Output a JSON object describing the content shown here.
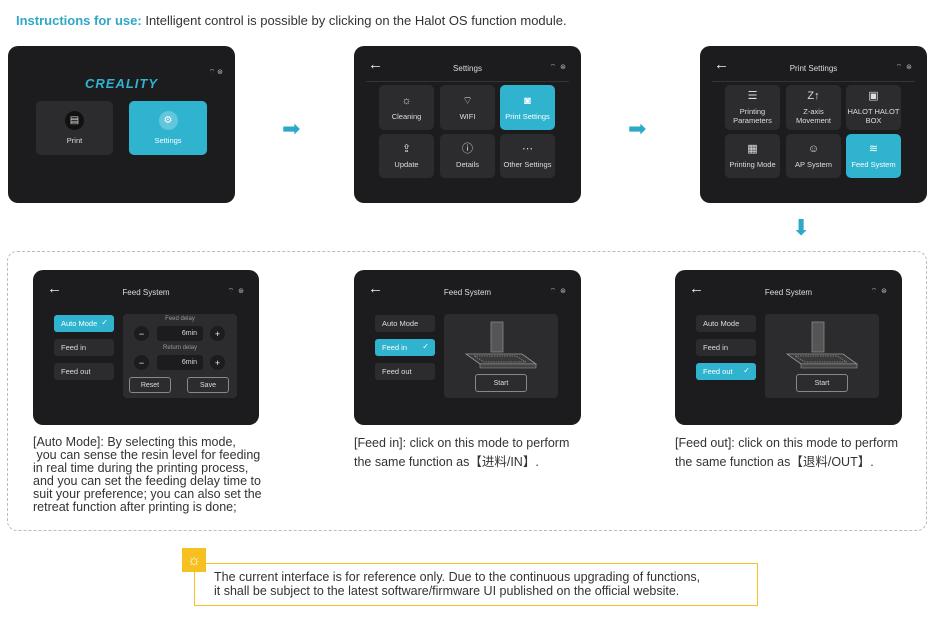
{
  "intro": {
    "label": "Instructions for use",
    "separator": ":",
    "text": "Intelligent control is possible by clicking on the Halot OS function module."
  },
  "screen1": {
    "logo": "CREALITY",
    "status": "⌔ ⊛",
    "tiles": [
      {
        "label": "Print",
        "icon": "file-icon",
        "glyph": "▤"
      },
      {
        "label": "Settings",
        "icon": "gear-icon",
        "glyph": "⚙"
      }
    ]
  },
  "screen2": {
    "back": "←",
    "title": "Settings",
    "status": "⌔ ⊛",
    "tiles": [
      {
        "label": "Cleaning",
        "icon": "bulb-icon",
        "glyph": "☼"
      },
      {
        "label": "WIFI",
        "icon": "wifi-icon",
        "glyph": "⌔"
      },
      {
        "label": "Print Settings",
        "icon": "print-settings-icon",
        "glyph": "◙"
      },
      {
        "label": "Update",
        "icon": "update-icon",
        "glyph": "⇪"
      },
      {
        "label": "Details",
        "icon": "info-icon",
        "glyph": "ⓘ"
      },
      {
        "label": "Other Settings",
        "icon": "more-icon",
        "glyph": "⋯"
      }
    ]
  },
  "screen3": {
    "back": "←",
    "title": "Print Settings",
    "status": "⌔ ⊛",
    "tiles": [
      {
        "label1": "Printing",
        "label2": "Parameters",
        "icon": "sliders-icon",
        "glyph": "☰"
      },
      {
        "label1": "Z-axis",
        "label2": "Movement",
        "icon": "z-axis-icon",
        "glyph": "Z↑"
      },
      {
        "label1": "HALOT HALOT",
        "label2": "BOX",
        "icon": "box-icon",
        "glyph": "▣"
      },
      {
        "label1": "Printing Mode",
        "label2": "",
        "icon": "grid-icon",
        "glyph": "▦"
      },
      {
        "label1": "AP System",
        "label2": "",
        "icon": "ap-icon",
        "glyph": "☺"
      },
      {
        "label1": "Feed System",
        "label2": "",
        "icon": "feed-icon",
        "glyph": "≋"
      }
    ]
  },
  "arrows": {
    "right": "➡",
    "down": "⬇"
  },
  "feed_screens": {
    "title": "Feed System",
    "back": "←",
    "status": "⌔ ⊛",
    "modes": [
      "Auto Mode",
      "Feed in",
      "Feed out"
    ],
    "check": "✓",
    "feed_delay_label": "Feed delay",
    "return_delay_label": "Return delay",
    "feed_delay_value": "6min",
    "return_delay_value": "6min",
    "minus": "−",
    "plus": "+",
    "reset": "Reset",
    "save": "Save",
    "start": "Start"
  },
  "captions": {
    "auto": [
      "[Auto Mode]: By selecting this mode,",
      " you can sense the resin level for feeding",
      "in real time during the printing process,",
      "and you can set the feeding delay time to",
      "suit your preference; you can also set the",
      "retreat function after printing is done;"
    ],
    "feed_in": [
      "[Feed in]: click on this mode to perform",
      "the same function as【进料/IN】."
    ],
    "feed_out": [
      "[Feed out]: click on this mode to perform",
      "the same function as【退料/OUT】."
    ]
  },
  "note": {
    "icon": "☼",
    "line1": "The current interface is for reference only. Due to the continuous upgrading of functions,",
    "line2": "it shall be subject to the latest software/firmware UI published on the official website."
  },
  "colors": {
    "accent": "#2fb3cf",
    "screen_bg": "#1c1c1e",
    "tile_bg": "#2c2c2e",
    "note_border": "#f5c020"
  }
}
